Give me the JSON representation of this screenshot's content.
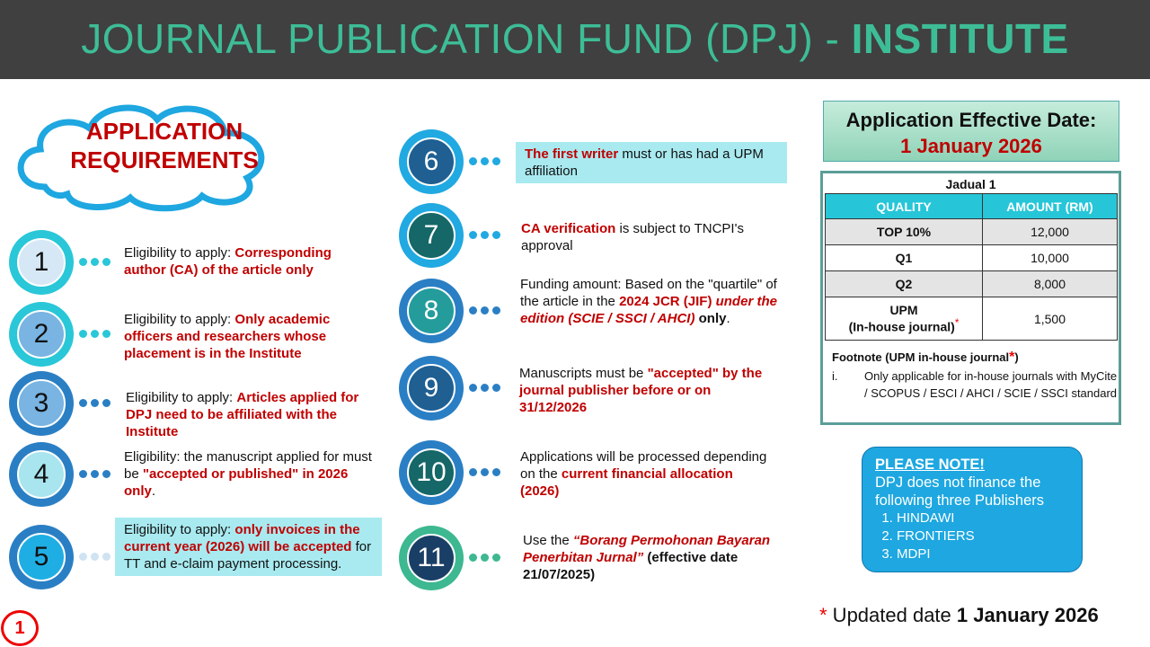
{
  "title": {
    "main": "JOURNAL PUBLICATION FUND (DPJ) - ",
    "highlight": "INSTITUTE"
  },
  "cloud": {
    "line1": "APPLICATION",
    "line2": "REQUIREMENTS"
  },
  "colors": {
    "red": "#c00000",
    "teal": "#3dbd96",
    "cyan": "#26c6d8",
    "note_bg": "#1ea7e0"
  },
  "items": [
    {
      "num": "1",
      "ring": "#29c7d8",
      "fill": "#d6e8f5",
      "numColor": "#111",
      "dot": "#29c7d8",
      "boxed": false,
      "segs": [
        [
          "n",
          "Eligibility to apply: "
        ],
        [
          "r",
          "Corresponding author (CA) of the article only"
        ]
      ]
    },
    {
      "num": "2",
      "ring": "#29c7d8",
      "fill": "#79b4e2",
      "numColor": "#111",
      "dot": "#29c7d8",
      "boxed": false,
      "segs": [
        [
          "n",
          "Eligibility to apply: "
        ],
        [
          "r",
          "Only academic officers and researchers whose placement is in the Institute"
        ]
      ]
    },
    {
      "num": "3",
      "ring": "#2a7fc4",
      "fill": "#79b4e2",
      "numColor": "#111",
      "dot": "#2a7fc4",
      "boxed": false,
      "segs": [
        [
          "n",
          "Eligibility to apply: "
        ],
        [
          "r",
          "Articles applied for DPJ need to be affiliated with the Institute"
        ]
      ]
    },
    {
      "num": "4",
      "ring": "#2a7fc4",
      "fill": "#a8e5ee",
      "numColor": "#111",
      "dot": "#2a7fc4",
      "boxed": false,
      "segs": [
        [
          "n",
          "Eligibility: the manuscript applied for must be "
        ],
        [
          "r",
          "\"accepted or published\" in 2026 only"
        ],
        [
          "n",
          "."
        ]
      ]
    },
    {
      "num": "5",
      "ring": "#2a7fc4",
      "fill": "#1faee4",
      "numColor": "#111",
      "dot": "#cfe3f3",
      "boxed": true,
      "segs": [
        [
          "n",
          "Eligibility to apply: "
        ],
        [
          "r",
          "only invoices in the current year (2026) will be accepted"
        ],
        [
          "n",
          " for TT and e-claim payment processing."
        ]
      ]
    },
    {
      "num": "6",
      "ring": "#21a9e1",
      "fill": "#1f5f92",
      "numColor": "#fff",
      "dot": "#21a9e1",
      "boxed": true,
      "segs": [
        [
          "r",
          "The first writer"
        ],
        [
          "n",
          " must or has had a UPM affiliation"
        ]
      ]
    },
    {
      "num": "7",
      "ring": "#21a9e1",
      "fill": "#166767",
      "numColor": "#fff",
      "dot": "#21a9e1",
      "boxed": false,
      "segs": [
        [
          "r",
          "CA verification"
        ],
        [
          "n",
          " is subject to TNCPI's approval"
        ]
      ]
    },
    {
      "num": "8",
      "ring": "#2a7fc4",
      "fill": "#249c9c",
      "numColor": "#fff",
      "dot": "#2a7fc4",
      "boxed": false,
      "segs": [
        [
          "n",
          "Funding amount: Based on the \"quartile\" of the article in the "
        ],
        [
          "r",
          "2024 JCR (JIF) "
        ],
        [
          "ri",
          "under the edition (SCIE / SSCI / AHCI)"
        ],
        [
          "b",
          " only"
        ],
        [
          "n",
          "."
        ]
      ]
    },
    {
      "num": "9",
      "ring": "#2a7fc4",
      "fill": "#1f5f92",
      "numColor": "#fff",
      "dot": "#2a7fc4",
      "boxed": false,
      "segs": [
        [
          "n",
          "Manuscripts must be "
        ],
        [
          "r",
          "\"accepted\" by the journal publisher before or on 31/12/2026"
        ]
      ]
    },
    {
      "num": "10",
      "ring": "#2a7fc4",
      "fill": "#166767",
      "numColor": "#fff",
      "dot": "#2a7fc4",
      "boxed": false,
      "segs": [
        [
          "n",
          "Applications will be processed depending on the "
        ],
        [
          "r",
          "current financial allocation (2026)"
        ]
      ]
    },
    {
      "num": "11",
      "ring": "#3db891",
      "fill": "#1a3f66",
      "numColor": "#fff",
      "dot": "#3db891",
      "boxed": false,
      "segs": [
        [
          "n",
          "Use the "
        ],
        [
          "ri",
          "“Borang Permohonan Bayaran Penerbitan Jurnal”"
        ],
        [
          "b",
          " (effective date 21/07/2025)"
        ]
      ]
    }
  ],
  "effective": {
    "label": "Application Effective Date:",
    "date": "1 January 2026"
  },
  "table": {
    "caption": "Jadual 1",
    "headers": [
      "QUALITY",
      "AMOUNT (RM)"
    ],
    "rows": [
      {
        "quality": "TOP 10%",
        "amount": "12,000"
      },
      {
        "quality": "Q1",
        "amount": "10,000"
      },
      {
        "quality": "Q2",
        "amount": "8,000"
      },
      {
        "quality": "UPM",
        "quality2": "(In-house journal)",
        "star": "*",
        "amount": "1,500"
      }
    ],
    "footnote_title": "Footnote (UPM in-house journal",
    "footnote_star": "*",
    "footnote_close": ")",
    "footnote_num": "i.",
    "footnote_text": "Only applicable for in-house journals with MyCite / SCOPUS / ESCI / AHCI / SCIE / SSCI standard"
  },
  "note": {
    "heading": "PLEASE NOTE!",
    "text": "DPJ does not finance the following three Publishers",
    "publishers": [
      "HINDAWI",
      "FRONTIERS",
      "MDPI"
    ]
  },
  "updated": {
    "star": "*",
    "label": " Updated date ",
    "date": "1 January 2026"
  },
  "page_number": "1"
}
